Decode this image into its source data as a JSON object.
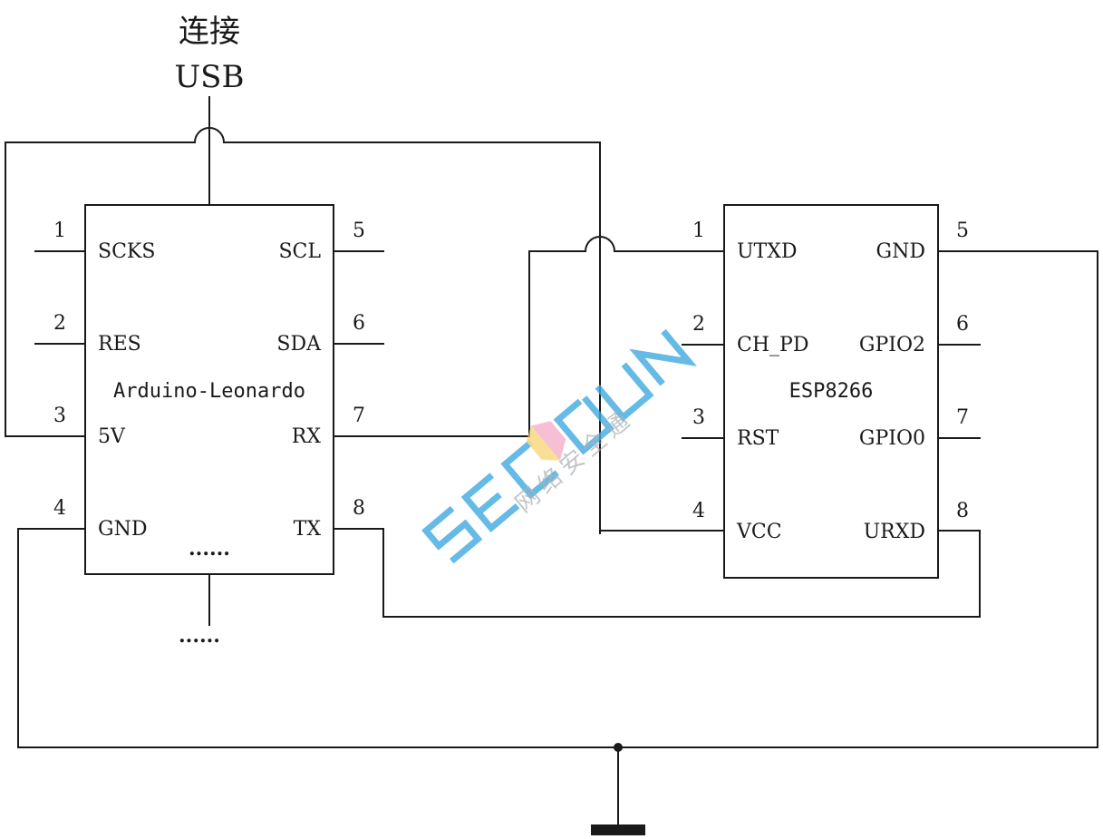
{
  "usb": {
    "line1": "连接",
    "line2": "USB"
  },
  "arduino": {
    "name": "Arduino-Leonardo",
    "pins_left": [
      {
        "num": "1",
        "label": "SCKS"
      },
      {
        "num": "2",
        "label": "RES"
      },
      {
        "num": "3",
        "label": "5V"
      },
      {
        "num": "4",
        "label": "GND"
      }
    ],
    "pins_right": [
      {
        "num": "5",
        "label": "SCL"
      },
      {
        "num": "6",
        "label": "SDA"
      },
      {
        "num": "7",
        "label": "RX"
      },
      {
        "num": "8",
        "label": "TX"
      }
    ],
    "more_inside": "......",
    "more_below": "......"
  },
  "esp": {
    "name": "ESP8266",
    "pins_left": [
      {
        "num": "1",
        "label": "UTXD"
      },
      {
        "num": "2",
        "label": "CH_PD"
      },
      {
        "num": "3",
        "label": "RST"
      },
      {
        "num": "4",
        "label": "VCC"
      }
    ],
    "pins_right": [
      {
        "num": "5",
        "label": "GND"
      },
      {
        "num": "6",
        "label": "GPIO2"
      },
      {
        "num": "7",
        "label": "GPIO0"
      },
      {
        "num": "8",
        "label": "URXD"
      }
    ]
  },
  "watermark": {
    "logo": "SECDUN",
    "text": "网络安全通"
  },
  "colors": {
    "ink": "#1a1a1a",
    "watermark_blue": "#3fa9e0",
    "watermark_gray": "#9aa0a6"
  }
}
